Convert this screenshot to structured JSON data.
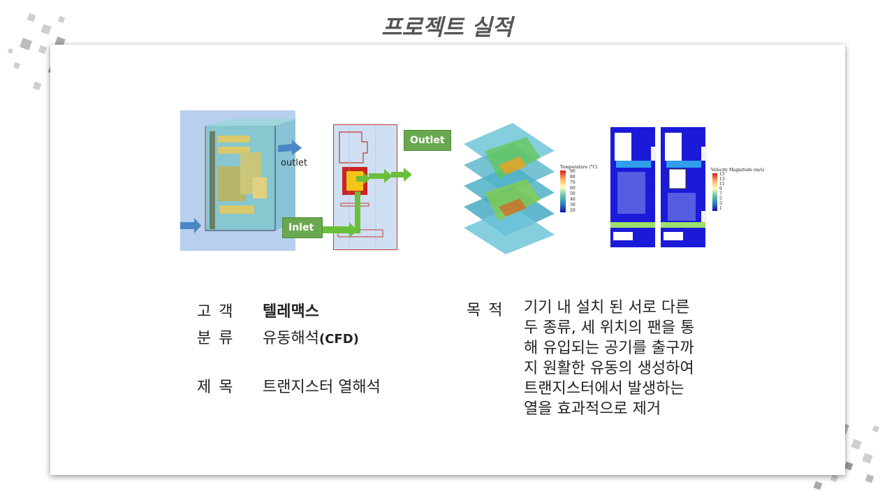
{
  "page": {
    "title": "프로젝트 실적"
  },
  "figure": {
    "labels": {
      "outlet_small": "outlet",
      "outlet_box": "Outlet",
      "inlet_box": "Inlet"
    },
    "temperature_legend": {
      "title": "Temperature (°C)",
      "ticks": [
        "90",
        "80",
        "70",
        "60",
        "50",
        "40",
        "30",
        "20"
      ]
    },
    "velocity_legend": {
      "title": "Velocity Magnitude (m/s)",
      "ticks": [
        "15",
        "13",
        "11",
        "9",
        "7",
        "5",
        "3",
        "1"
      ]
    }
  },
  "info": {
    "customer": {
      "key": "고 객",
      "value": "텔레맥스"
    },
    "category": {
      "key": "분 류",
      "value": "유동해석",
      "value_suffix": "(CFD)"
    },
    "subject": {
      "key": "제 목",
      "value": "트랜지스터 열해석"
    },
    "purpose": {
      "key": "목 적",
      "lines": [
        "기기 내 설치 된 서로 다른",
        "두 종류, 세 위치의 팬을 통",
        "해 유입되는 공기를 출구까",
        "지 원활한 유동의 생성하여",
        "트랜지스터에서 발생하는",
        "열을 효과적으로 제거"
      ]
    }
  }
}
